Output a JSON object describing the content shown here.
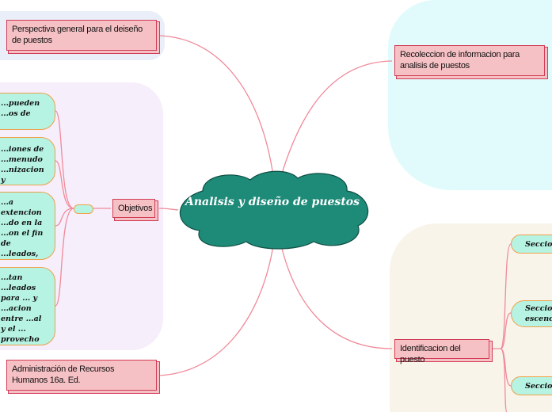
{
  "central": {
    "title": "Analisis y diseño de puestos"
  },
  "topics": {
    "perspectiva": "Perspectiva general para el deiseño de puestos",
    "recoleccion": "Recoleccion de informacion para analisis de puestos",
    "objetivos": "Objetivos",
    "administracion": "Administración de Recursos Humanos 16a. Ed.",
    "identificacion": "Identificacion del puesto"
  },
  "objetivos_items": [
    "...pueden ...os de",
    "...iones de ...menudo ...nizacion y",
    "...a extencion ...do en la ...on el fin de ...leados, ...abajo y ...o.",
    "...tan ...leados para ... y ...acion entre ...al y el ... provecho ...n empresa."
  ],
  "identificacion_items": [
    "Seccion",
    "Seccion escencia",
    "Seccion"
  ],
  "colors": {
    "cloud": "#1e8a78",
    "topic": "#f6c1c5",
    "leaf": "#b6f3e2",
    "line": "#f08a9a"
  }
}
